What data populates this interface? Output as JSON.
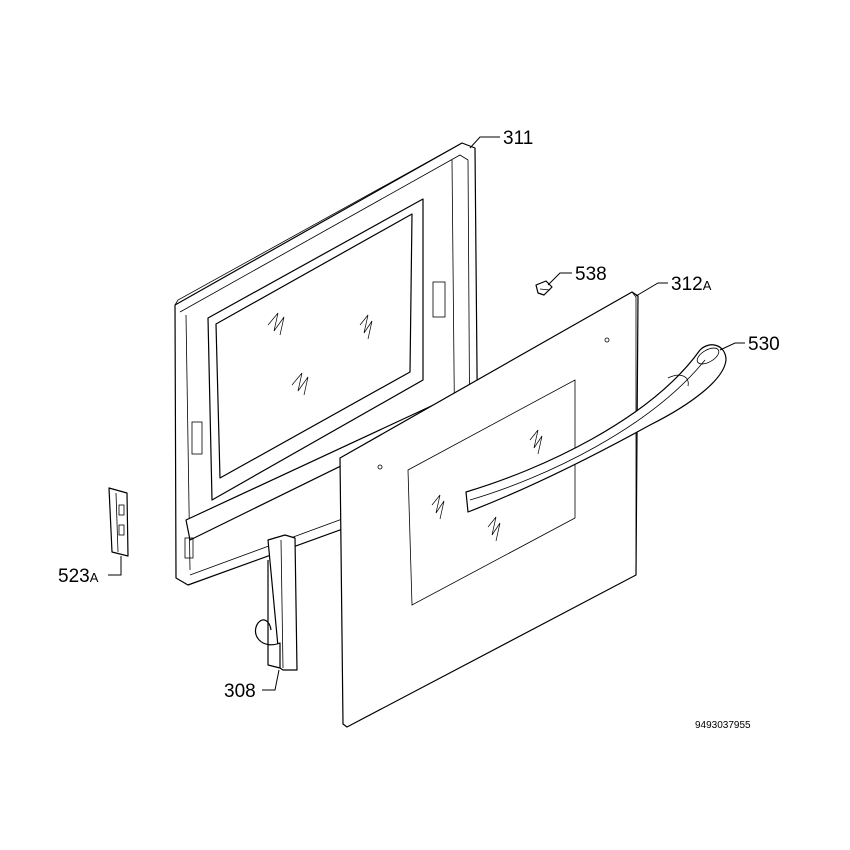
{
  "diagram": {
    "document_number": "9493037955",
    "callouts": [
      {
        "id": "311",
        "number": "311",
        "suffix": ""
      },
      {
        "id": "538",
        "number": "538",
        "suffix": ""
      },
      {
        "id": "312A",
        "number": "312",
        "suffix": "A"
      },
      {
        "id": "530",
        "number": "530",
        "suffix": ""
      },
      {
        "id": "523A",
        "number": "523",
        "suffix": "A"
      },
      {
        "id": "308",
        "number": "308",
        "suffix": ""
      }
    ]
  }
}
